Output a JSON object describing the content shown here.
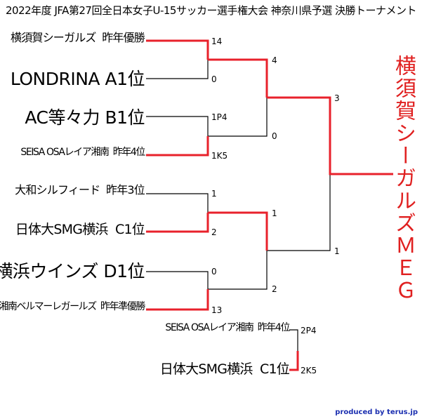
{
  "title": "2022年度 JFA第27回全日本女子U-15サッカー選手権大会 神奈川県予選 決勝トーナメント",
  "teams": [
    {
      "name": "横須賀シーガルズ",
      "note": "昨年優勝"
    },
    {
      "name": "LONDRINA",
      "note": "A1位"
    },
    {
      "name": "AC等々力",
      "note": "B1位"
    },
    {
      "name": "SEISA OSAレイア湘南",
      "note": "昨年4位"
    },
    {
      "name": "大和シルフィード",
      "note": "昨年3位"
    },
    {
      "name": "日体大SMG横浜",
      "note": "C1位"
    },
    {
      "name": "横浜ウインズ",
      "note": "D1位"
    },
    {
      "name": "湘南ベルマーレガールズ",
      "note": "昨年準優勝"
    }
  ],
  "third_place": [
    {
      "name": "SEISA OSAレイア湘南",
      "note": "昨年4位"
    },
    {
      "name": "日体大SMG横浜",
      "note": "C1位"
    }
  ],
  "scores": {
    "r1_m1_top": "14",
    "r1_m1_bot": "0",
    "r1_m2_top": "1P4",
    "r1_m2_bot": "1K5",
    "r1_m3_top": "1",
    "r1_m3_bot": "2",
    "r1_m4_top": "0",
    "r1_m4_bot": "13",
    "sf1_top": "4",
    "sf1_bot": "0",
    "sf2_top": "1",
    "sf2_bot": "2",
    "final_top": "3",
    "final_bot": "1",
    "third_top": "2P4",
    "third_bot": "2K5"
  },
  "winner": "横須賀シーガルズＭＥＧ",
  "credit": "produced by terus.jp",
  "colors": {
    "win_line": "#e8212b",
    "line": "#000000",
    "winner_text": "#e02020"
  }
}
